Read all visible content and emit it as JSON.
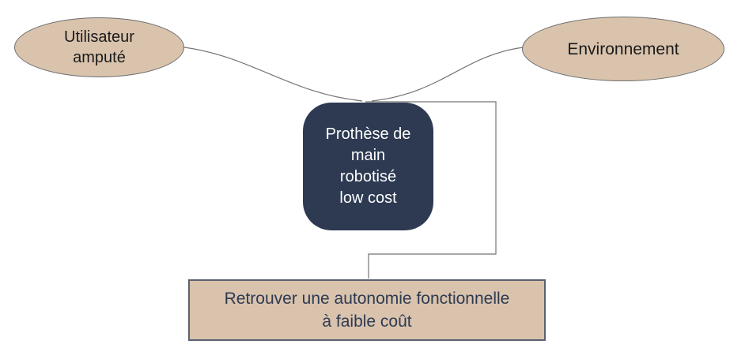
{
  "diagram": {
    "background": "#ffffff",
    "colors": {
      "tan_fill": "#d9c3ad",
      "navy_fill": "#2d3a52",
      "ellipse_border": "#6e6e6e",
      "rect_border": "#5a6170",
      "connector": "#757575",
      "dark_text": "#1b1b1b",
      "navy_text": "#2e3a52",
      "white_text": "#ffffff"
    },
    "nodes": {
      "user_ellipse": {
        "lines": [
          "Utilisateur",
          "amputé"
        ]
      },
      "environment_ellipse": {
        "label": "Environnement"
      },
      "center_box": {
        "lines": [
          "Prothèse de",
          "main",
          "robotisé",
          "low cost"
        ]
      },
      "goal_rect": {
        "lines": [
          "Retrouver une autonomie fonctionnelle",
          "à faible coût"
        ]
      }
    },
    "edges": [
      {
        "from": "user_ellipse",
        "to": "center_box",
        "style": "curve"
      },
      {
        "from": "environment_ellipse",
        "to": "center_box",
        "style": "curve"
      },
      {
        "from": "center_box",
        "to": "goal_rect",
        "style": "elbow"
      }
    ]
  }
}
